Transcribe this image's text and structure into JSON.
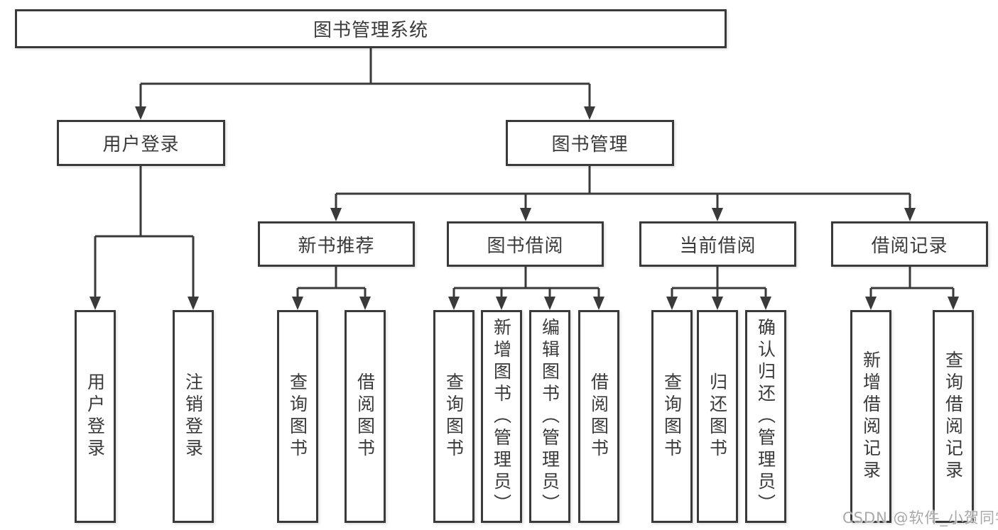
{
  "diagram": {
    "root": {
      "label": "图书管理系统"
    },
    "branches": [
      {
        "label": "用户登录",
        "children": [
          {
            "label": "用户登录"
          },
          {
            "label": "注销登录"
          }
        ]
      },
      {
        "label": "图书管理",
        "sections": [
          {
            "label": "新书推荐",
            "children": [
              {
                "label": "查询图书"
              },
              {
                "label": "借阅图书"
              }
            ]
          },
          {
            "label": "图书借阅",
            "children": [
              {
                "label": "查询图书"
              },
              {
                "label": "新增图书（管理员）"
              },
              {
                "label": "编辑图书（管理员）"
              },
              {
                "label": "借阅图书"
              }
            ]
          },
          {
            "label": "当前借阅",
            "children": [
              {
                "label": "查询图书"
              },
              {
                "label": "归还图书"
              },
              {
                "label": "确认归还（管理员）"
              }
            ]
          },
          {
            "label": "借阅记录",
            "children": [
              {
                "label": "新增借阅记录"
              },
              {
                "label": "查询借阅记录"
              }
            ]
          }
        ]
      }
    ]
  },
  "watermark": "CSDN @软件_小贺同学",
  "colors": {
    "line": "#3a3a3a",
    "text": "#3a3a3a",
    "box_background": "#ffffff",
    "watermark": "#a9a9a9",
    "page_background": "#ffffff"
  }
}
